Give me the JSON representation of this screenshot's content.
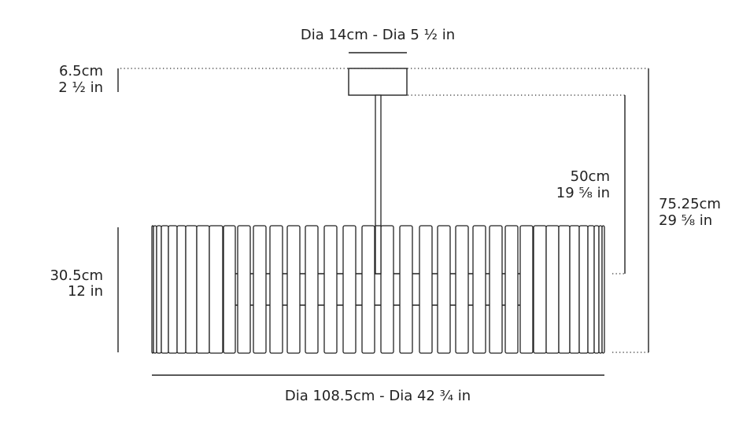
{
  "dimensions": {
    "canopy_diameter": "Dia 14cm  -  Dia 5 ½ in",
    "canopy_height_cm": "6.5cm",
    "canopy_height_in": "2 ½ in",
    "drop_cm": "50cm",
    "drop_in": "19 ⅝ in",
    "overall_height_cm": "75.25cm",
    "overall_height_in": "29 ⅝ in",
    "shade_height_cm": "30.5cm",
    "shade_height_in": "12 in",
    "shade_diameter": "Dia 108.5cm  -  Dia 42 ¾ in"
  }
}
